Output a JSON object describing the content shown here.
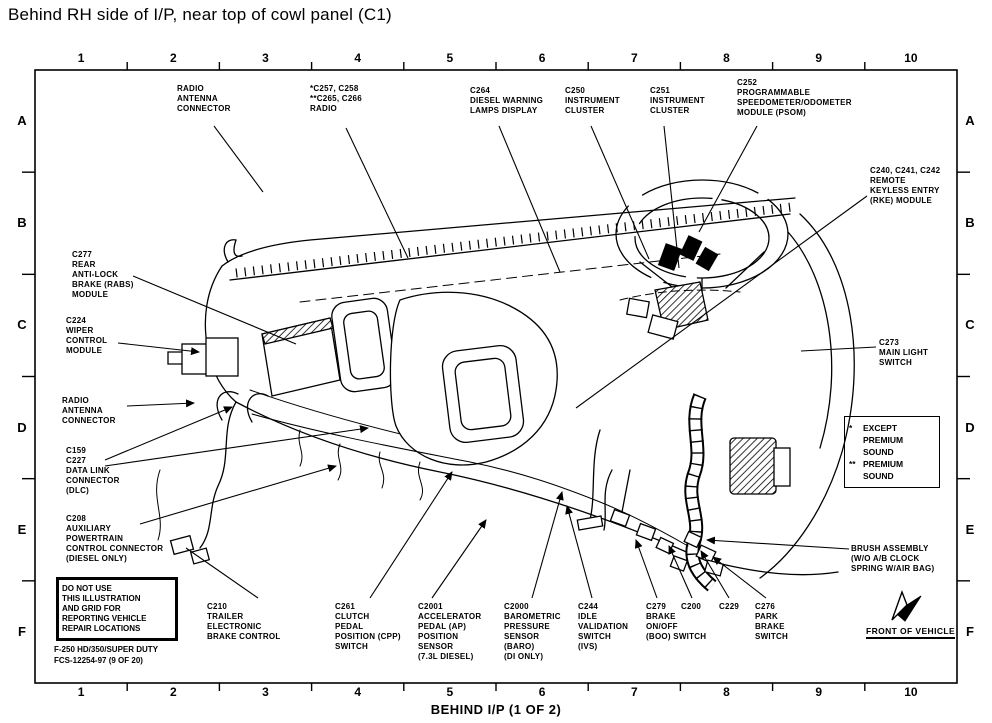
{
  "title": "Behind RH side of I/P, near top of cowl panel (C1)",
  "caption": "BEHIND I/P (1 OF 2)",
  "grid": {
    "columns": [
      "1",
      "2",
      "3",
      "4",
      "5",
      "6",
      "7",
      "8",
      "9",
      "10"
    ],
    "rows": [
      "A",
      "B",
      "C",
      "D",
      "E",
      "F"
    ]
  },
  "labels": [
    {
      "id": "radio-antenna-top",
      "text": "RADIO\nANTENNA\nCONNECTOR"
    },
    {
      "id": "radio-c257",
      "text": "*C257, C258\n**C265, C266\nRADIO"
    },
    {
      "id": "c264",
      "text": "C264\nDIESEL WARNING\nLAMPS DISPLAY"
    },
    {
      "id": "c250",
      "text": "C250\nINSTRUMENT\nCLUSTER"
    },
    {
      "id": "c251",
      "text": "C251\nINSTRUMENT\nCLUSTER"
    },
    {
      "id": "c252",
      "text": "C252\nPROGRAMMABLE\nSPEEDOMETER/ODOMETER\nMODULE (PSOM)"
    },
    {
      "id": "c240",
      "text": "C240, C241, C242\nREMOTE\nKEYLESS ENTRY\n(RKE) MODULE"
    },
    {
      "id": "c277",
      "text": "C277\nREAR\nANTI-LOCK\nBRAKE (RABS)\nMODULE"
    },
    {
      "id": "c224",
      "text": "C224\nWIPER\nCONTROL\nMODULE"
    },
    {
      "id": "radio-antenna-left",
      "text": "RADIO\nANTENNA\nCONNECTOR"
    },
    {
      "id": "c159-c227",
      "text": "C159\nC227\nDATA LINK\nCONNECTOR\n(DLC)"
    },
    {
      "id": "c208",
      "text": "C208\nAUXILIARY\nPOWERTRAIN\nCONTROL CONNECTOR\n(DIESEL ONLY)"
    },
    {
      "id": "c273",
      "text": "C273\nMAIN LIGHT\nSWITCH"
    },
    {
      "id": "brush-assembly",
      "text": "BRUSH ASSEMBLY\n(W/O A/B CLOCK\nSPRING W/AIR BAG)"
    },
    {
      "id": "c210",
      "text": "C210\nTRAILER\nELECTRONIC\nBRAKE CONTROL"
    },
    {
      "id": "c261",
      "text": "C261\nCLUTCH\nPEDAL\nPOSITION (CPP)\nSWITCH"
    },
    {
      "id": "c2001",
      "text": "C2001\nACCELERATOR\nPEDAL (AP)\nPOSITION\nSENSOR\n(7.3L DIESEL)"
    },
    {
      "id": "c2000",
      "text": "C2000\nBAROMETRIC\nPRESSURE\nSENSOR\n(BARO)\n(DI ONLY)"
    },
    {
      "id": "c244",
      "text": "C244\nIDLE\nVALIDATION\nSWITCH\n(IVS)"
    },
    {
      "id": "c279",
      "text": "C279\nBRAKE\nON/OFF\n(BOO) SWITCH"
    },
    {
      "id": "c200",
      "text": "C200"
    },
    {
      "id": "c229",
      "text": "C229"
    },
    {
      "id": "c276",
      "text": "C276\nPARK\nBRAKE\nSWITCH"
    }
  ],
  "notes": {
    "do_not_use": "DO NOT USE\nTHIS ILLUSTRATION\nAND GRID FOR\nREPORTING VEHICLE\nREPAIR LOCATIONS",
    "sheet": "F-250 HD/350/SUPER DUTY\nFCS-12254-97  (9 OF 20)",
    "front_of_vehicle": "FRONT OF VEHICLE",
    "premium": {
      "rows": [
        {
          "m": "*",
          "t": "EXCEPT"
        },
        {
          "m": "",
          "t": "PREMIUM"
        },
        {
          "m": "",
          "t": "SOUND"
        },
        {
          "m": "**",
          "t": "PREMIUM"
        },
        {
          "m": "",
          "t": "SOUND"
        }
      ]
    }
  },
  "colors": {
    "ink": "#000000",
    "paper": "#ffffff"
  }
}
